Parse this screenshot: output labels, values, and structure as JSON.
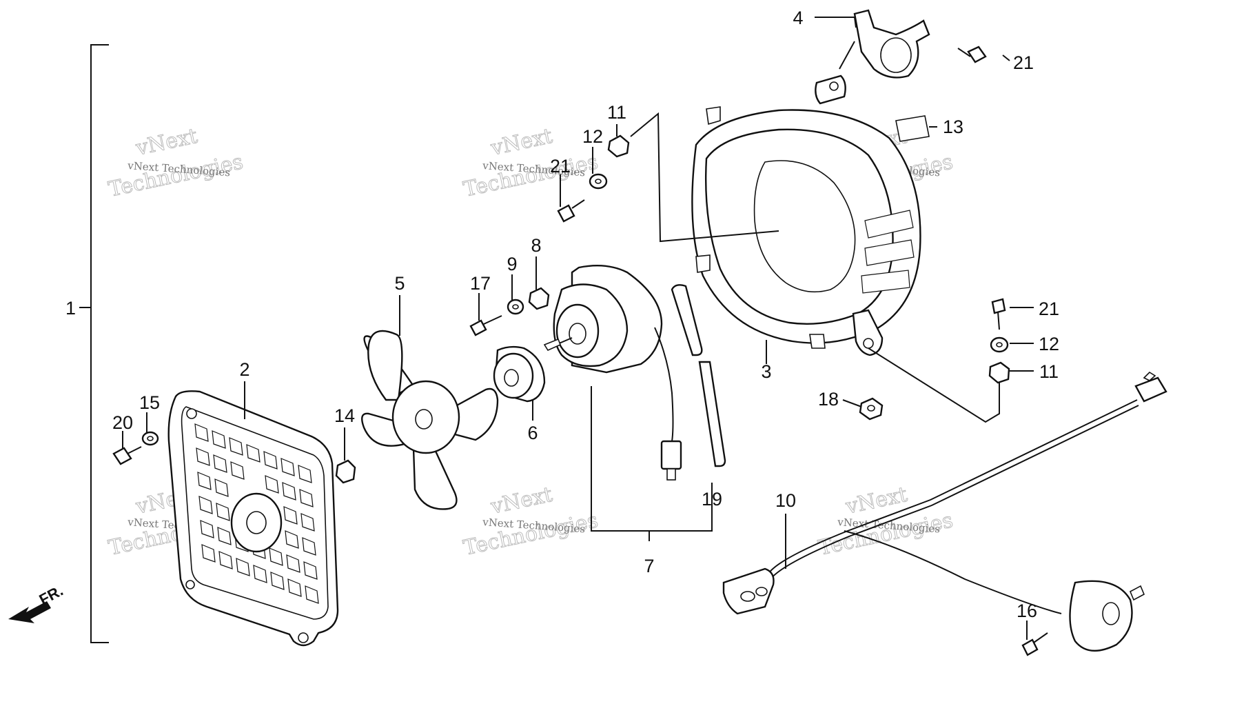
{
  "callouts": {
    "n1": "1",
    "n2": "2",
    "n3": "3",
    "n4": "4",
    "n5": "5",
    "n6": "6",
    "n7": "7",
    "n8": "8",
    "n9": "9",
    "n10": "10",
    "n11a": "11",
    "n11b": "11",
    "n12a": "12",
    "n12b": "12",
    "n13": "13",
    "n14": "14",
    "n15": "15",
    "n16": "16",
    "n17": "17",
    "n18": "18",
    "n19": "19",
    "n20": "20",
    "n21a": "21",
    "n21b": "21",
    "n21c": "21"
  },
  "watermark": {
    "line1": "vNext Technologies",
    "line2": "vNext",
    "line3": "Technologies"
  },
  "direction": {
    "label": "FR."
  }
}
